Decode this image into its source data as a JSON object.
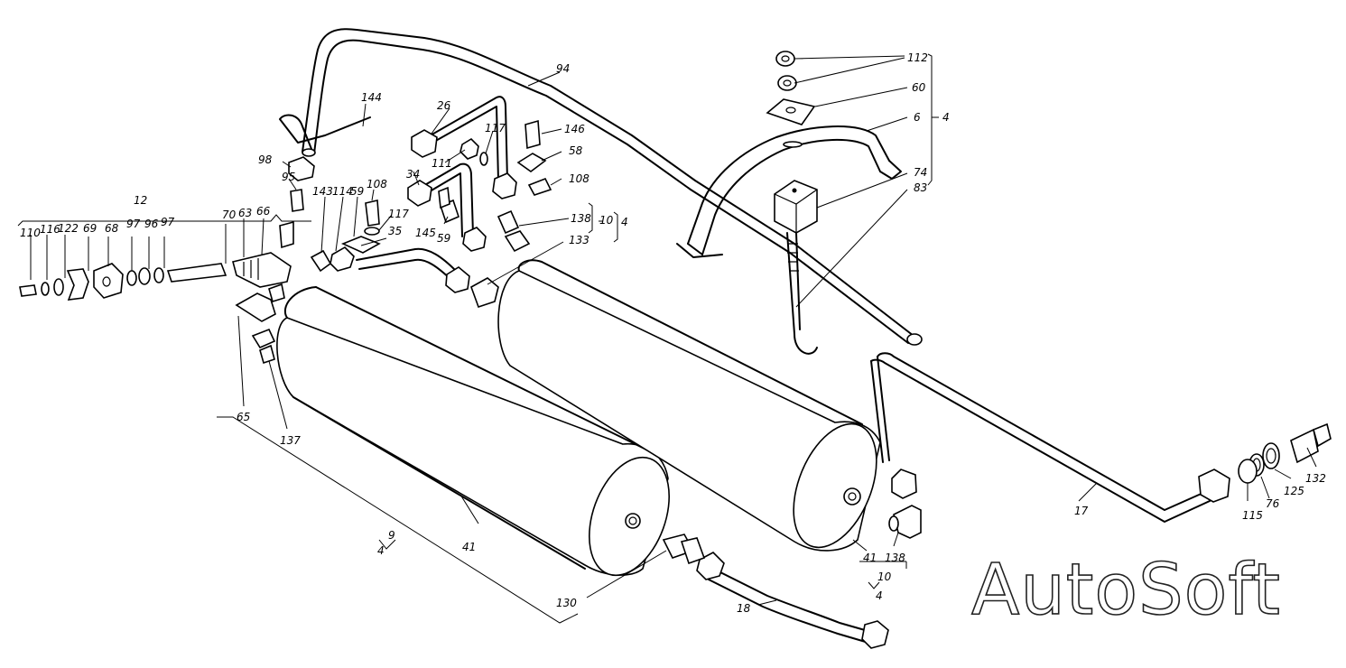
{
  "brand": "AutoSoft",
  "callouts": {
    "c94": "94",
    "c112": "112",
    "c60": "60",
    "c6": "6",
    "c4a": "4",
    "c74": "74",
    "c83": "83",
    "c144": "144",
    "c26": "26",
    "c117a": "117",
    "c146": "146",
    "c58": "58",
    "c111": "111",
    "c108a": "108",
    "c98": "98",
    "c34": "34",
    "c95": "95",
    "c12": "12",
    "c143": "143",
    "c114": "114",
    "c59a": "59",
    "c108b": "108",
    "c138a": "138",
    "c10a": "10",
    "c4b": "4",
    "c117b": "117",
    "c145": "145",
    "c59b": "59",
    "c35": "35",
    "c133": "133",
    "c110": "110",
    "c116": "116",
    "c122": "122",
    "c69": "69",
    "c68": "68",
    "c97a": "97",
    "c96": "96",
    "c97b": "97",
    "c70": "70",
    "c63": "63",
    "c66": "66",
    "c65": "65",
    "c137": "137",
    "c41a": "41",
    "c9": "9",
    "c4c": "4",
    "c130": "130",
    "c18": "18",
    "c41b": "41",
    "c138b": "138",
    "c10b": "10",
    "c4d": "4",
    "c17": "17",
    "c115": "115",
    "c76": "76",
    "c125": "125",
    "c132": "132"
  }
}
